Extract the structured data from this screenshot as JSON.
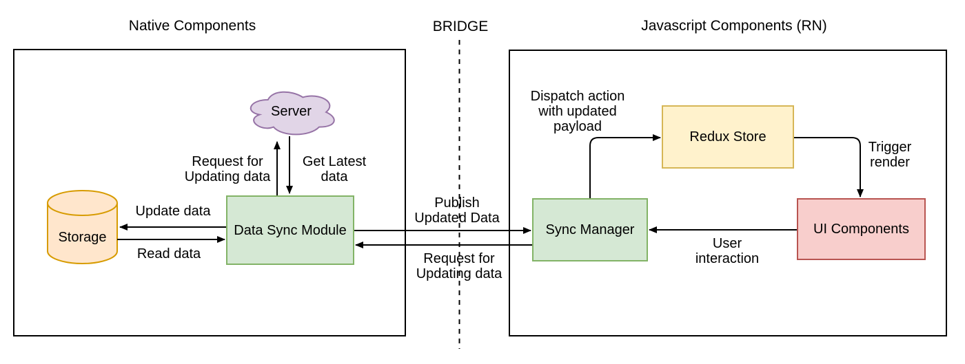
{
  "titles": {
    "native": "Native Components",
    "bridge": "BRIDGE",
    "javascript": "Javascript Components (RN)"
  },
  "nodes": {
    "server": {
      "label": "Server"
    },
    "storage": {
      "label": "Storage"
    },
    "data_sync_module": {
      "label": "Data Sync Module"
    },
    "sync_manager": {
      "label": "Sync Manager"
    },
    "redux_store": {
      "label": "Redux Store"
    },
    "ui_components": {
      "label": "UI Components"
    }
  },
  "edges": {
    "request_server": {
      "label": "Request for\nUpdating data"
    },
    "get_latest": {
      "label": "Get Latest\ndata"
    },
    "update_data": {
      "label": "Update data"
    },
    "read_data": {
      "label": "Read data"
    },
    "publish": {
      "label": "Publish\nUpdated Data"
    },
    "request_js": {
      "label": "Request for\nUpdating data"
    },
    "dispatch": {
      "label": "Dispatch action\nwith updated\npayload"
    },
    "trigger": {
      "label": "Trigger\nrender"
    },
    "user_interaction": {
      "label": "User\ninteraction"
    }
  },
  "colors": {
    "node-green-fill": "#d5e8d4",
    "node-green-stroke": "#82b366",
    "node-yellow-fill": "#fff2cc",
    "node-yellow-stroke": "#d6b656",
    "node-red-fill": "#f8cecc",
    "node-red-stroke": "#b85450",
    "cylinder-fill": "#ffe6cc",
    "cylinder-stroke": "#d79b00",
    "cloud-fill": "#e1d5e7",
    "cloud-stroke": "#9673a6",
    "line": "#000000"
  }
}
